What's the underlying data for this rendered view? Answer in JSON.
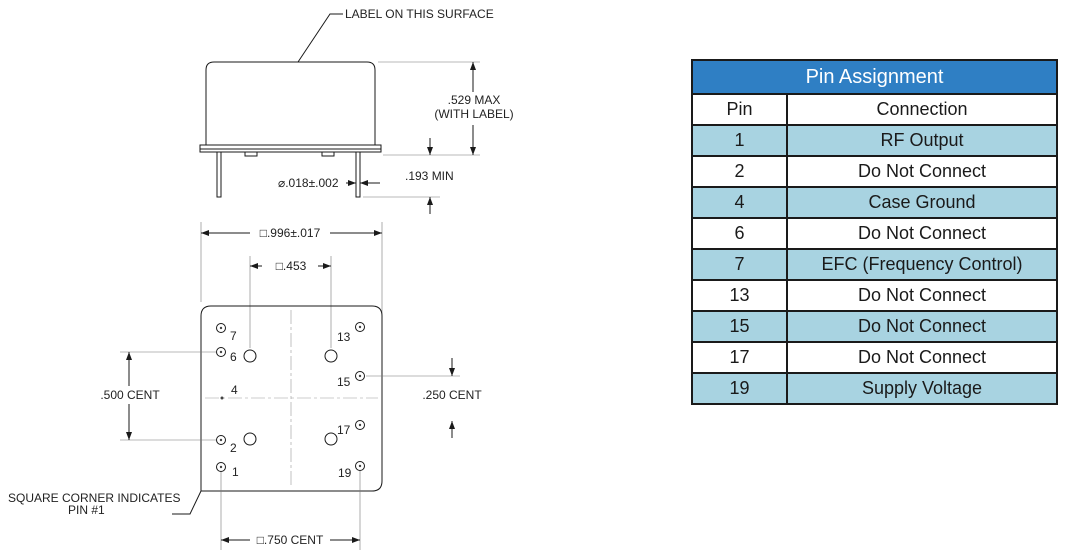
{
  "drawing": {
    "label_note": "LABEL ON THIS SURFACE",
    "height_max": ".529 MAX",
    "height_note": "(WITH LABEL)",
    "pin_diameter": "⌀.018±.002",
    "pin_length": ".193 MIN",
    "body_size": "□.996±.017",
    "inner_spacing": "□.453",
    "vertical_cent": ".500 CENT",
    "half_cent": ".250 CENT",
    "bottom_cent": "□.750 CENT",
    "corner_note_line1": "SQUARE CORNER INDICATES",
    "corner_note_line2": "PIN #1",
    "pin_labels": {
      "p7": "7",
      "p6": "6",
      "p4": "4",
      "p2": "2",
      "p1": "1",
      "p13": "13",
      "p15": "15",
      "p17": "17",
      "p19": "19"
    }
  },
  "table": {
    "title": "Pin Assignment",
    "col_pin": "Pin",
    "col_connection": "Connection",
    "rows": [
      {
        "pin": "1",
        "connection": "RF Output"
      },
      {
        "pin": "2",
        "connection": "Do Not Connect"
      },
      {
        "pin": "4",
        "connection": "Case Ground"
      },
      {
        "pin": "6",
        "connection": "Do Not Connect"
      },
      {
        "pin": "7",
        "connection": "EFC (Frequency Control)"
      },
      {
        "pin": "13",
        "connection": "Do Not Connect"
      },
      {
        "pin": "15",
        "connection": "Do Not Connect"
      },
      {
        "pin": "17",
        "connection": "Do Not Connect"
      },
      {
        "pin": "19",
        "connection": "Supply Voltage"
      }
    ]
  }
}
